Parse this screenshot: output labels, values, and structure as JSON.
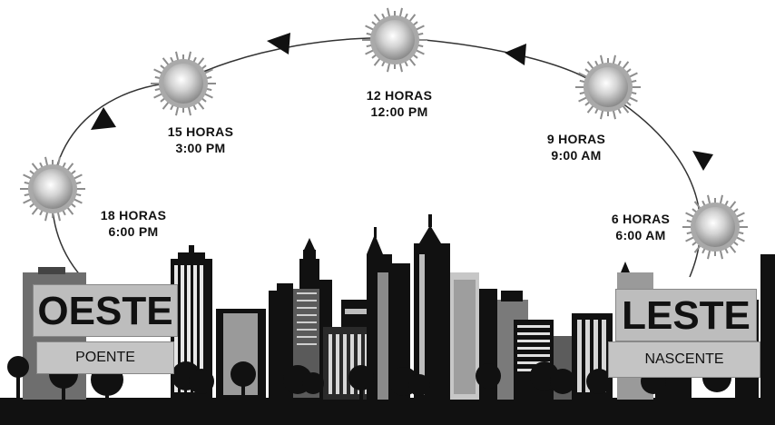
{
  "times": [
    {
      "id": "6h",
      "hours": "6 HORAS",
      "clock": "6:00 AM"
    },
    {
      "id": "9h",
      "hours": "9 HORAS",
      "clock": "9:00 AM"
    },
    {
      "id": "12h",
      "hours": "12 HORAS",
      "clock": "12:00 PM"
    },
    {
      "id": "15h",
      "hours": "15 HORAS",
      "clock": "3:00 PM"
    },
    {
      "id": "18h",
      "hours": "18 HORAS",
      "clock": "6:00 PM"
    }
  ],
  "west": {
    "title": "OESTE",
    "subtitle": "POENTE"
  },
  "east": {
    "title": "LESTE",
    "subtitle": "NASCENTE"
  },
  "colors": {
    "sun": "#b4b4b4",
    "sky": "#ffffff",
    "city": "#111111",
    "sign": "#bdbdbd"
  }
}
